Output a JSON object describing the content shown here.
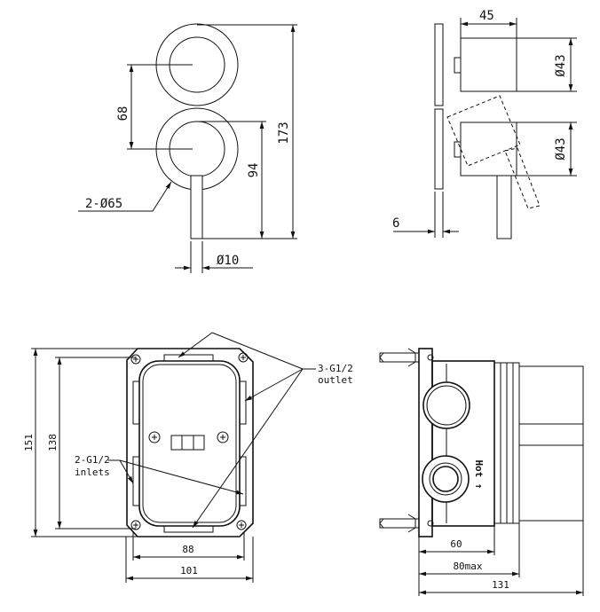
{
  "front_view": {
    "dim_spacing": "68",
    "dim_handle_height": "94",
    "dim_total_height": "173",
    "dim_ring": "2-Ø65",
    "dim_handle_dia": "Ø10"
  },
  "side_view": {
    "dim_depth": "45",
    "dim_dia_top": "Ø43",
    "dim_dia_bottom": "Ø43",
    "dim_plate": "6"
  },
  "box_front": {
    "dim_outer_height": "151",
    "dim_inner_height": "138",
    "dim_inner_width": "88",
    "dim_outer_width": "101",
    "outlet_label_1": "3-G1/2",
    "outlet_label_2": "outlet",
    "inlet_label_1": "2-G1/2",
    "inlet_label_2": "inlets"
  },
  "box_side": {
    "hot_label": "Hot ↑",
    "dim_body": "60",
    "dim_max": "80max",
    "dim_total": "131"
  }
}
